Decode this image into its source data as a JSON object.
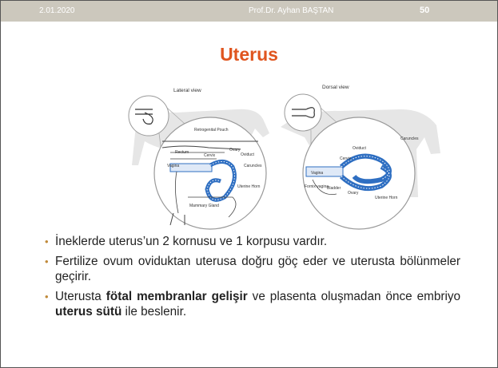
{
  "header": {
    "date": "2.01.2020",
    "author": "Prof.Dr. Ayhan BAŞTAN",
    "page_number": "50"
  },
  "title": "Uterus",
  "figure": {
    "lateral": {
      "view_label": "Lateral view",
      "labels": {
        "retrogenital_pouch": "Retrogenital Pouch",
        "rectum": "Rectum",
        "cervix": "Cervix",
        "ovary": "Ovary",
        "oviduct": "Oviduct",
        "caruncles": "Caruncles",
        "vagina": "Vagina",
        "uterine_horn": "Uterine Horn",
        "mammary_gland": "Mammary Gland"
      }
    },
    "dorsal": {
      "view_label": "Dorsal view",
      "labels": {
        "caruncles": "Caruncles",
        "oviduct": "Oviduct",
        "cervix": "Cervix",
        "vagina": "Vagina",
        "fornix_vagina": "Fornix vagina",
        "bladder": "Bladder",
        "ovary": "Ovary",
        "uterine_horn": "Uterine Horn"
      }
    }
  },
  "bullets": [
    {
      "text": "İneklerde uterus’un 2 kornusu ve 1 korpusu vardır."
    },
    {
      "text": "Fertilize ovum oviduktan uterusa doğru göç eder ve uterusta bölünmeler geçirir."
    },
    {
      "pre": "Uterusta ",
      "bold1": "fötal membranlar gelişir",
      "mid": " ve plasenta oluşmadan önce embriyo ",
      "bold2": "uterus sütü",
      "post": " ile beslenir."
    }
  ],
  "colors": {
    "header_bar": "#ccc8bd",
    "title": "#e0551f",
    "bullet_marker": "#c08a3a",
    "uterus_blue": "#2f6fc2"
  }
}
